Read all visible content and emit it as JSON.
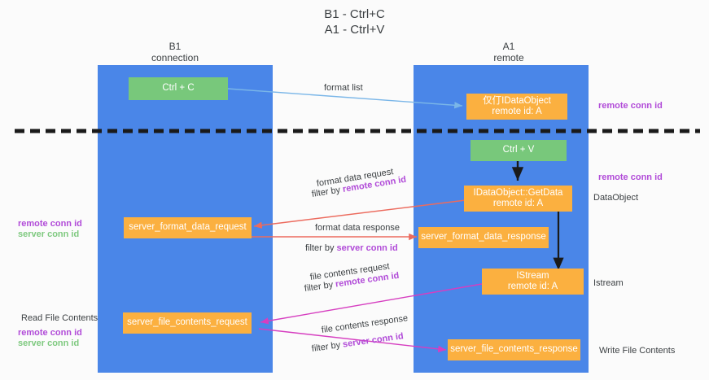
{
  "title": "B1 - Ctrl+C\nA1 - Ctrl+V",
  "lanes": [
    {
      "id": "b1",
      "label": "B1\nconnection"
    },
    {
      "id": "a1",
      "label": "A1\nremote"
    }
  ],
  "nodes": {
    "ctrl_c": {
      "line1": "Ctrl + C",
      "line2": "",
      "color": "#78c87b"
    },
    "proxy_idataobject": {
      "line1": "仅仃IDataObject",
      "line2": "remote id: A",
      "color": "#fbb040"
    },
    "ctrl_v": {
      "line1": "Ctrl + V",
      "line2": "",
      "color": "#78c87b"
    },
    "idataobject_getdata": {
      "line1": "IDataObject::GetData",
      "line2": "remote id: A",
      "color": "#fbb040"
    },
    "server_format_data_request": {
      "line1": "server_format_data_request",
      "line2": "",
      "color": "#fbb040"
    },
    "server_format_data_response": {
      "line1": "server_format_data_response",
      "line2": "",
      "color": "#fbb040"
    },
    "istream": {
      "line1": "IStream",
      "line2": "remote id: A",
      "color": "#fbb040"
    },
    "server_file_contents_request": {
      "line1": "server_file_contents_request",
      "line2": "",
      "color": "#fbb040"
    },
    "server_file_contents_response": {
      "line1": "server_file_contents_response",
      "line2": "",
      "color": "#fbb040"
    }
  },
  "edge_labels": {
    "format_list": "format list",
    "format_data_request": "format data request",
    "format_data_request_filter_prefix": "filter by ",
    "format_data_request_filter_key": "remote conn id",
    "format_data_response": "format data response",
    "format_data_response_filter_prefix": "filter by ",
    "format_data_response_filter_key": "server conn id",
    "file_contents_request": "file contents request",
    "file_contents_request_filter_prefix": "filter by ",
    "file_contents_request_filter_key": "remote conn id",
    "file_contents_response": "file contents response",
    "file_contents_response_filter_prefix": "filter by ",
    "file_contents_response_filter_key": "server conn id"
  },
  "annotations": {
    "right_remote_conn_id_top": "remote conn id",
    "right_remote_conn_id_mid": "remote conn id",
    "right_dataobject": "DataObject",
    "right_istream": "Istream",
    "right_write_file_contents": "Write File Contents",
    "left_remote_conn_id": "remote conn id",
    "left_server_conn_id": "server conn id",
    "left_read_file_contents": "Read File Contents",
    "left_remote_conn_id_2": "remote conn id",
    "left_server_conn_id_2": "server conn id"
  },
  "colors": {
    "lane": "#4a86e8",
    "node_orange": "#fbb040",
    "node_green": "#78c87b",
    "accent_purple": "#b14bd8",
    "accent_green": "#7ec97f",
    "arrow_blue": "#7ab6e8",
    "arrow_red": "#ec6b5e",
    "arrow_magenta": "#d63ec0",
    "arrow_black": "#1a1a1a",
    "divider": "#1a1a1a"
  }
}
